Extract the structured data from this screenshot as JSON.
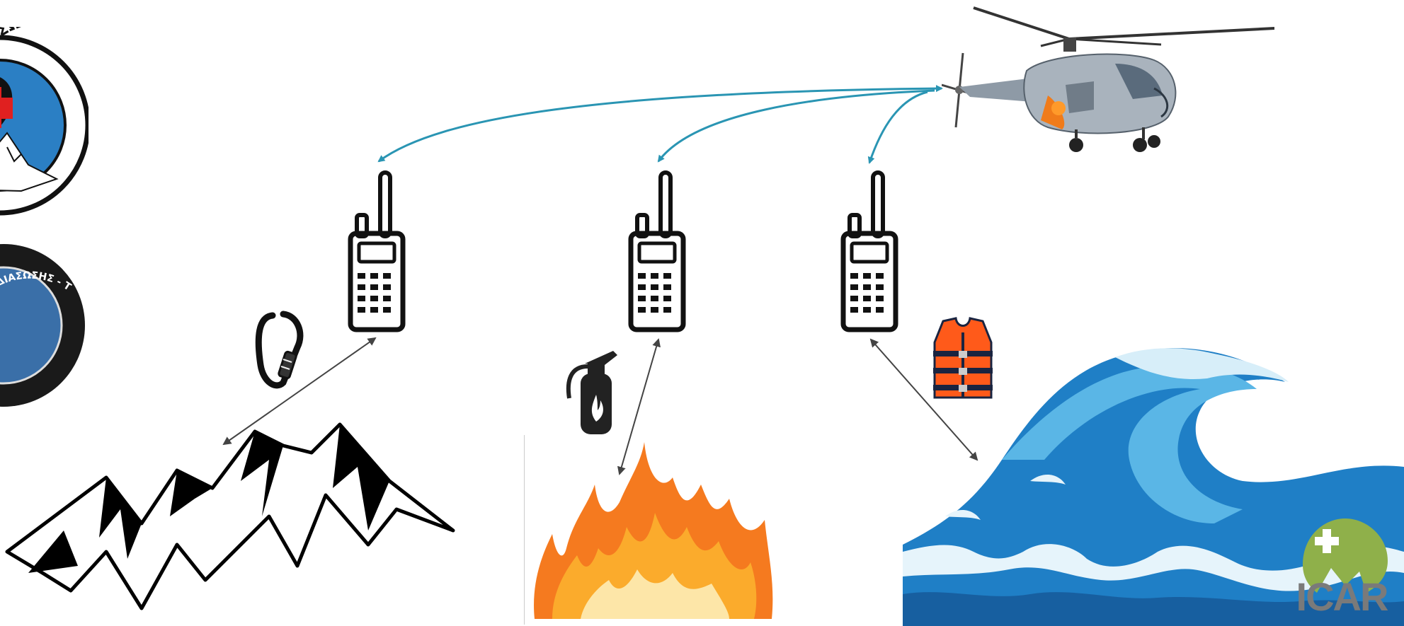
{
  "logos": {
    "top_seal_arc_text": "ΟΜΑΔΑ ΔΙΑΣΩΣΗΣ",
    "bottom_seal_arc_text": "ΟΜΑΔΑ ΔΙΑΣΩΣΗΣ - ΤΜΗΜΑ ΕΠΙΚΟΙΝΩΝΙΩΝ",
    "icar_wordmark": "ICAR"
  },
  "colors": {
    "link_arrow": "#2a95b3",
    "local_arrow": "#444444",
    "icar_green": "#8fb04a",
    "icar_gray": "#7a7a7a",
    "vest_orange": "#ff5a1a",
    "wave_blue": "#1f7fc6"
  },
  "icons": [
    "logo-seal-icon",
    "helicopter-icon",
    "walkie-talkie-icon",
    "carabiner-icon",
    "fire-extinguisher-icon",
    "life-vest-icon",
    "mountains-icon",
    "fire-icon",
    "wave-icon",
    "icar-logo-icon"
  ]
}
